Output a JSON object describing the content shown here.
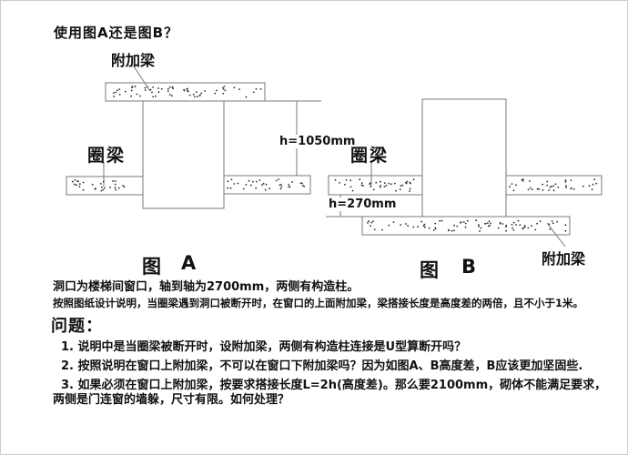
{
  "page": {
    "title": "使用图A还是图B？"
  },
  "figure_a": {
    "caption_char": "图",
    "caption_letter": "A",
    "additional_beam_label": "附加梁",
    "ring_beam_label": "圈梁",
    "dimension": "h=1050mm"
  },
  "figure_b": {
    "caption_char": "图",
    "caption_letter": "B",
    "additional_beam_label": "附加梁",
    "ring_beam_label": "圈梁",
    "dimension": "h=270mm"
  },
  "description": {
    "line1": "洞口为楼梯间窗口，轴到轴为2700mm，两侧有构造柱。",
    "line2": "按照图纸设计说明，当圈梁遇到洞口被断开时，在窗口的上面附加梁，梁搭接长度是高度差的两倍，且不小于1米。"
  },
  "questions": {
    "heading": "问题：",
    "items": [
      {
        "line1": "1. 说明中是当圈梁被断开时，设附加梁，两侧有构造柱连接是U型算断开吗？",
        "line2": ""
      },
      {
        "line1": "2. 按照说明在窗口上附加梁，不可以在窗口下附加梁吗？因为如图A、B高度差，B应该更加坚固些.",
        "line2": ""
      },
      {
        "line1": "3. 如果必须在窗口上附加梁，按要求搭接长度L=2h(高度差)。那么要2100mm，砌体不能满足要求，",
        "line2": "两侧是门连窗的墙躲，尺寸有限。如何处理？"
      }
    ]
  },
  "colors": {
    "line": "#787878",
    "dot": "#2a2a2a",
    "text": "#111111"
  }
}
